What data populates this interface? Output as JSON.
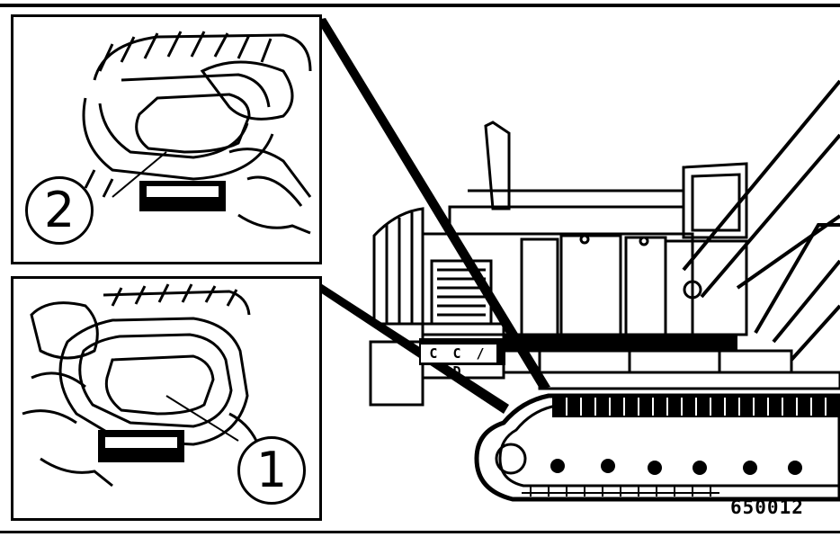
{
  "figure": {
    "callouts": [
      {
        "label": "2"
      },
      {
        "label": "1"
      }
    ],
    "figure_number": "650012",
    "machine_panel_text": "C C / D"
  }
}
